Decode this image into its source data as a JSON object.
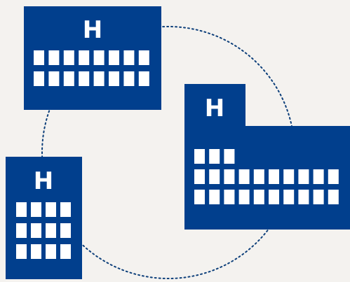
{
  "colors": {
    "background": "#f4f2ef",
    "building": "#013f8d",
    "window": "#ffffff",
    "ring": "#0d3f7a"
  },
  "buildings": [
    {
      "name": "hospital-building-top",
      "label": "H",
      "window_rows": [
        8,
        8
      ]
    },
    {
      "name": "hospital-building-right",
      "label": "H",
      "window_rows": [
        3,
        10,
        10
      ]
    },
    {
      "name": "hospital-building-bottom-left",
      "label": "H",
      "window_rows": [
        4,
        4,
        4
      ]
    }
  ]
}
